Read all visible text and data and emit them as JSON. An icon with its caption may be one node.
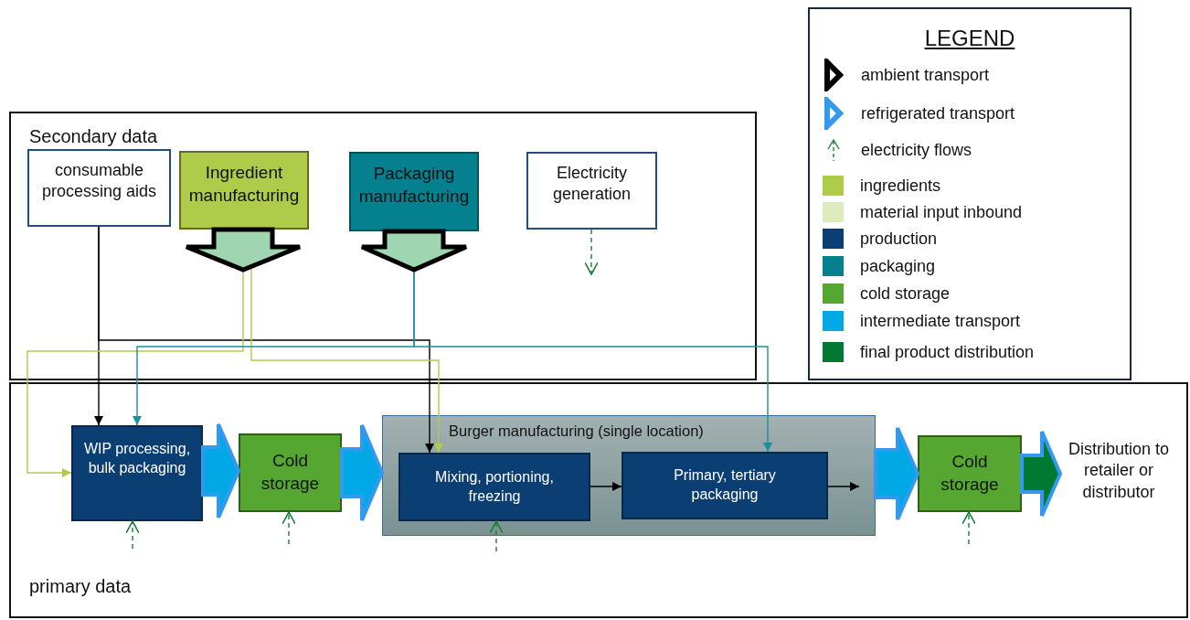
{
  "diagram": {
    "nodes": [
      {
        "text": [
          "Secondary data"
        ]
      },
      {
        "text": [
          "consumable processing aids"
        ],
        "in": 0
      },
      {
        "text": [
          "Ingredient manufacturing"
        ],
        "in": 0
      },
      {
        "text": [
          "Packaging manufacturing"
        ],
        "in": 0
      },
      {
        "text": [
          "Electricity generation"
        ],
        "in": 0
      },
      {
        "text": [
          "primary data"
        ]
      },
      {
        "text": [
          "WIP processing, bulk packaging"
        ],
        "in": 5
      },
      {
        "text": [
          "Cold storage"
        ],
        "in": 5
      },
      {
        "text": [
          "Burger manufacturing (single location)"
        ],
        "in": 5
      },
      {
        "text": [
          "Mixing, portioning, freezing"
        ],
        "in": 8
      },
      {
        "text": [
          "Primary, tertiary packaging"
        ],
        "in": 8
      },
      {
        "text": [
          "Cold storage"
        ],
        "in": 5
      },
      {
        "text": [
          "Distribution to retailer or distributor"
        ],
        "in": 5
      }
    ],
    "edges": [
      {
        "from": 1,
        "to": 6,
        "arrow": "to",
        "color": "#000000"
      },
      {
        "from": 1,
        "to": 9,
        "arrow": "to",
        "color": "#000000"
      },
      {
        "from": 2,
        "to": null,
        "arrow": "to",
        "style": "thick",
        "color": "#9fd5b0"
      },
      {
        "from": 2,
        "to": 6,
        "arrow": "to",
        "color": "#b0cb4a"
      },
      {
        "from": 2,
        "to": 9,
        "arrow": "to",
        "color": "#b0cb4a"
      },
      {
        "from": 3,
        "to": null,
        "arrow": "to",
        "style": "thick",
        "color": "#9fd5b0"
      },
      {
        "from": 3,
        "to": 6,
        "arrow": "to",
        "color": "#1a8fa0"
      },
      {
        "from": 3,
        "to": 10,
        "arrow": "to",
        "color": "#1a8fa0"
      },
      {
        "from": 4,
        "to": null,
        "arrow": "to",
        "style": "dashed",
        "color": "#1a7f3c"
      },
      {
        "from": null,
        "to": 6,
        "arrow": "to",
        "style": "dashed",
        "color": "#1a7f3c"
      },
      {
        "from": null,
        "to": 7,
        "arrow": "to",
        "style": "dashed",
        "color": "#1a7f3c"
      },
      {
        "from": null,
        "to": 9,
        "arrow": "to",
        "style": "dashed",
        "color": "#1a7f3c"
      },
      {
        "from": null,
        "to": 11,
        "arrow": "to",
        "style": "dashed",
        "color": "#1a7f3c"
      },
      {
        "from": 6,
        "to": 7,
        "arrow": "to",
        "style": "thick",
        "color": "#00a9e6"
      },
      {
        "from": 7,
        "to": 8,
        "arrow": "to",
        "style": "thick",
        "color": "#00a9e6"
      },
      {
        "from": 9,
        "to": 10,
        "arrow": "to",
        "color": "#000000"
      },
      {
        "from": 10,
        "to": null,
        "arrow": "to",
        "color": "#000000"
      },
      {
        "from": 8,
        "to": 11,
        "arrow": "to",
        "style": "thick",
        "color": "#00a9e6"
      },
      {
        "from": 11,
        "to": 12,
        "arrow": "to",
        "style": "thick",
        "color": "#007a33"
      }
    ],
    "labels": [
      "LEGEND"
    ],
    "legend": [
      {
        "text": "ambient transport"
      },
      {
        "text": "refrigerated transport"
      },
      {
        "text": "electricity flows"
      },
      {
        "text": "ingredients",
        "color": "#b0cb4a"
      },
      {
        "text": "material input inbound",
        "color": "#dfeabd"
      },
      {
        "text": "production",
        "color": "#0b3e73"
      },
      {
        "text": "packaging",
        "color": "#05808f"
      },
      {
        "text": "cold storage",
        "color": "#56a632"
      },
      {
        "text": "intermediate transport",
        "color": "#00a9e6"
      },
      {
        "text": "final product distribution",
        "color": "#007a33"
      }
    ]
  }
}
